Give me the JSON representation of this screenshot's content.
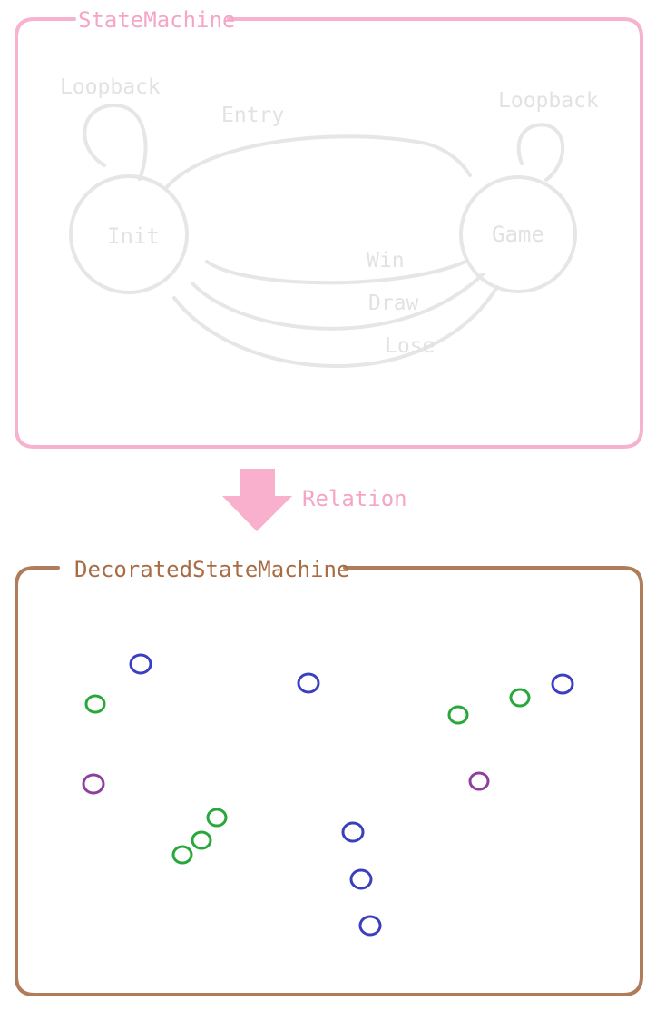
{
  "colors": {
    "state_machine_border": "#f5b3cf",
    "state_machine_title": "#f5a5c6",
    "faded_graph": "#e6e6e6",
    "relation_arrow": "#f9b0cd",
    "relation_label": "#f5a5c6",
    "decorated_border": "#b07d5a",
    "decorated_title": "#a86c45",
    "blue_node": "#3a3fc0",
    "green_node": "#28a83a",
    "purple_node": "#8e3e9c"
  },
  "state_machine": {
    "title": "StateMachine",
    "states": {
      "init": "Init",
      "game": "Game"
    },
    "transitions": {
      "init_loopback": "Loopback",
      "game_loopback": "Loopback",
      "entry": "Entry",
      "win": "Win",
      "draw": "Draw",
      "lose": "Lose"
    }
  },
  "relation": {
    "label": "Relation"
  },
  "decorated_state_machine": {
    "title": "DecoratedStateMachine"
  }
}
